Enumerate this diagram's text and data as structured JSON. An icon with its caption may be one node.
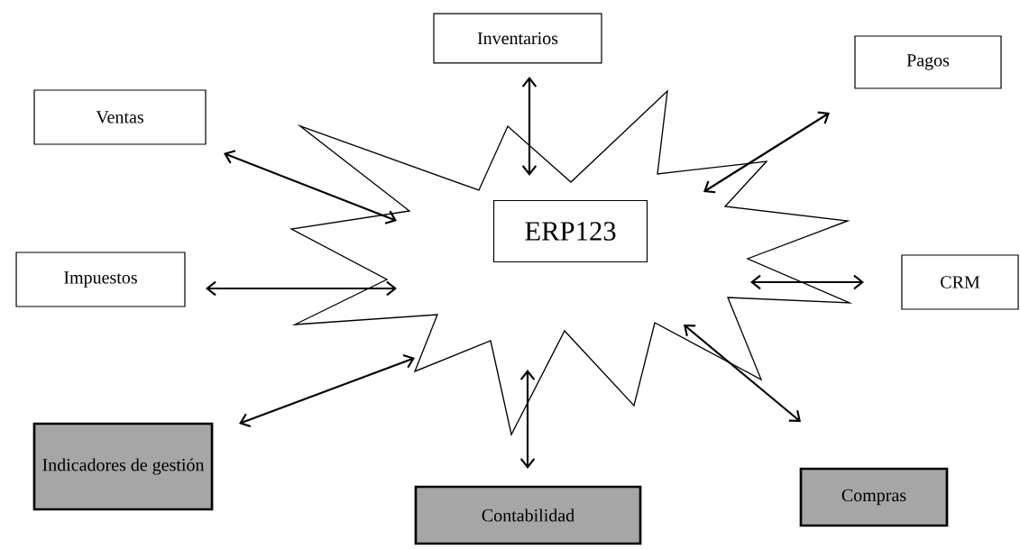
{
  "diagram": {
    "nodes": [
      {
        "text": [
          "Inventarios"
        ]
      },
      {
        "text": [
          "Pagos"
        ]
      },
      {
        "text": [
          "Ventas"
        ]
      },
      {
        "text": [],
        "shape": "starburst"
      },
      {
        "text": [
          "ERP123"
        ],
        "in": 3
      },
      {
        "text": [
          "Impuestos"
        ]
      },
      {
        "text": [
          "CRM"
        ]
      },
      {
        "text": [
          "Indicadores de gestión"
        ]
      },
      {
        "text": [
          "Compras"
        ]
      },
      {
        "text": [
          "Contabilidad"
        ]
      }
    ],
    "edges": [
      {
        "from": 0,
        "to": 3,
        "arrow": "both"
      },
      {
        "from": 1,
        "to": 3,
        "arrow": "both"
      },
      {
        "from": 2,
        "to": 3,
        "arrow": "both"
      },
      {
        "from": 5,
        "to": 3,
        "arrow": "both"
      },
      {
        "from": 6,
        "to": 3,
        "arrow": "both"
      },
      {
        "from": 7,
        "to": 3,
        "arrow": "both"
      },
      {
        "from": 9,
        "to": 3,
        "arrow": "both"
      },
      {
        "from": 8,
        "to": 3,
        "arrow": "both"
      }
    ]
  }
}
